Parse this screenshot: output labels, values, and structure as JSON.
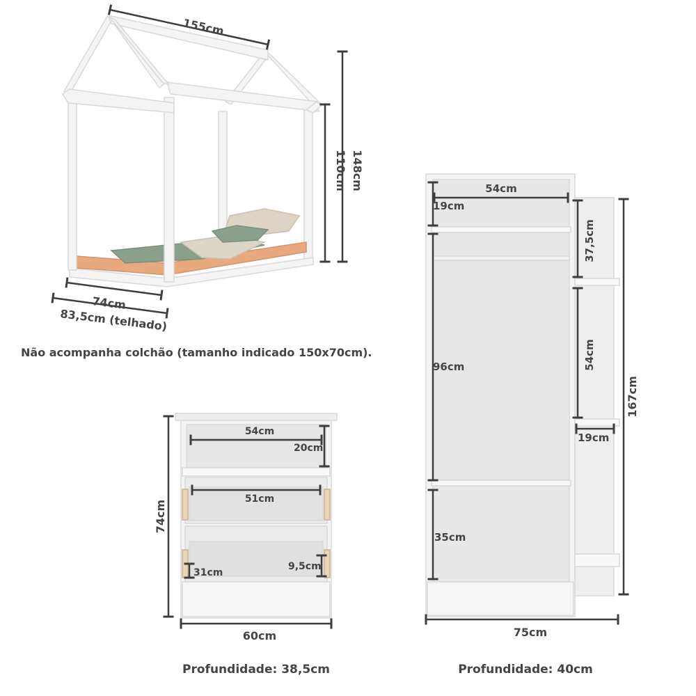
{
  "colors": {
    "dimension_line": "#3d3d3d",
    "furniture_white": "#f4f4f4",
    "furniture_edge": "#d9d9d9",
    "mattress": "#e8a97e",
    "blanket_green": "#8aa08c",
    "pillow_beige": "#ded4c6",
    "label_text": "#444444"
  },
  "bed": {
    "width_label": "155cm",
    "height_label": "148cm",
    "inner_height_label": "110cm",
    "depth_label": "74cm",
    "roof_depth_label": "83,5cm (telhado)",
    "note": "Não acompanha colchão (tamanho indicado 150x70cm)."
  },
  "nightstand": {
    "top_width_label": "54cm",
    "niche_height_label": "20cm",
    "drawer_width_label": "51cm",
    "height_label": "74cm",
    "drawer_depth_label": "31cm",
    "drawer_height_label": "9,5cm",
    "width_label": "60cm",
    "depth_text": "Profundidade: 38,5cm"
  },
  "wardrobe": {
    "top_width_label": "54cm",
    "top_niche_label": "19cm",
    "hanging_label": "96cm",
    "bottom_niche_label": "35cm",
    "side_top_label": "37,5cm",
    "side_middle_label": "54cm",
    "side_bottom_label": "19cm",
    "height_label": "167cm",
    "width_label": "75cm",
    "depth_text": "Profundidade: 40cm"
  }
}
